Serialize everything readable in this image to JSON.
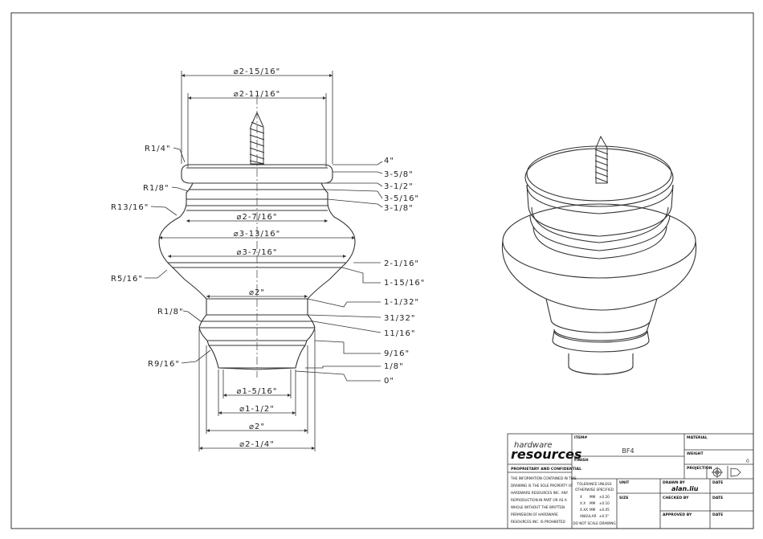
{
  "drawing": {
    "diameters": {
      "d_top_outer": "⌀2-15/16\"",
      "d_top_inner": "⌀2-11/16\"",
      "d_neck": "⌀2-7/16\"",
      "d_widest": "⌀3-13/16\"",
      "d_lower_bead": "⌀3-7/16\"",
      "d_waist": "⌀2\"",
      "d_foot_inner": "⌀1-5/16\"",
      "d_foot_mid": "⌀1-1/2\"",
      "d_foot_outer": "⌀2\"",
      "d_base": "⌀2-1/4\""
    },
    "heights": [
      "4\"",
      "3-5/8\"",
      "3-1/2\"",
      "3-5/16\"",
      "3-1/8\"",
      "2-1/16\"",
      "1-15/16\"",
      "1-1/32\"",
      "31/32\"",
      "11/16\"",
      "9/16\"",
      "1/8\"",
      "0\""
    ],
    "radii": [
      "R1/4\"",
      "R1/8\"",
      "R13/16\"",
      "R5/16\"",
      "R1/8\"",
      "R9/16\""
    ]
  },
  "title_block": {
    "logo_line1": "hardware",
    "logo_line2": "resources",
    "proprietary": "PROPRIETARY AND CONFIDENTIAL",
    "notice": [
      "THE INFORMATION CONTAINED IN THIS",
      "DRAWING IS THE SOLE PROPERTY OF",
      "HARDWARE RESOURCES INC. ANY",
      "REPRODUCTION IN PART OR AS A",
      "WHOLE WITHOUT THE WRITTEN",
      "PERMISSION OF HARDWARE",
      "RESOURCES INC. IS PROHIBITED"
    ],
    "item_label": "ITEM#",
    "item_value": "BF4",
    "finish_label": "FINISH",
    "material_label": "MATERIAL",
    "weight_label": "WEIGHT",
    "weight_value": "0",
    "projection_label": "PROJECTION",
    "tolerance": [
      "TOLERANCE UNLESS",
      "OTHERWISE SPECIFIED"
    ],
    "tol_rows": [
      {
        "k": "X",
        "u": "MM",
        "v": "±0.20"
      },
      {
        "k": "X.X",
        "u": "MM",
        "v": "±0.10"
      },
      {
        "k": "X.XX",
        "u": "MM",
        "v": "±0.05"
      },
      {
        "k": "ANGULAR",
        "u": "",
        "v": "±0.5°"
      }
    ],
    "scale_note": "DO NOT SCALE DRAWING",
    "unit_label": "UNIT",
    "size_label": "SIZE",
    "drawn_by_label": "DRAWN BY",
    "drawn_by_value": "alan.liu",
    "checked_by_label": "CHECKED BY",
    "approved_by_label": "APPROVED BY",
    "date_label": "DATE"
  }
}
